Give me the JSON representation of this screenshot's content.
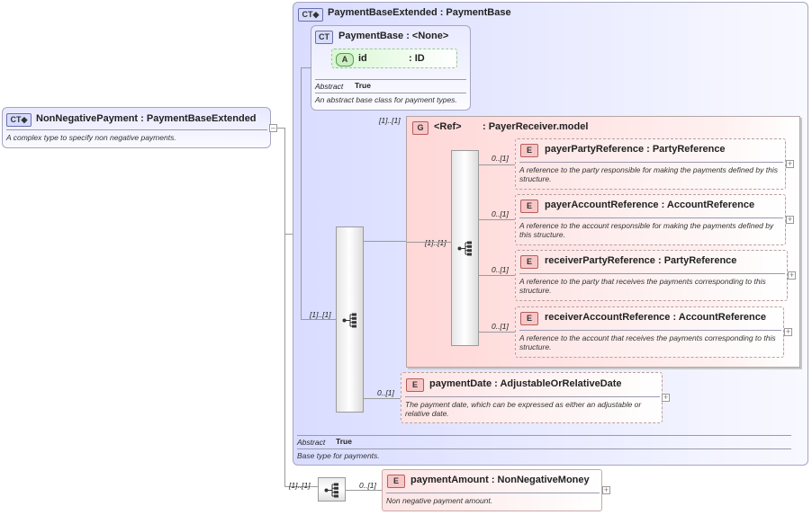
{
  "root": {
    "badge": "CT",
    "name": "NonNegativePayment : PaymentBaseExtended",
    "description": "A complex type to specify non negative payments."
  },
  "extended": {
    "badge": "CT",
    "name": "PaymentBaseExtended : PaymentBase",
    "abstract_label": "Abstract",
    "abstract_value": "True",
    "description": "Base type for payments."
  },
  "base": {
    "badge": "CT",
    "name": "PaymentBase : <None>",
    "attr_badge": "A",
    "attr_name": "id",
    "attr_type": ": ID",
    "abstract_label": "Abstract",
    "abstract_value": "True",
    "description": "An abstract base class for payment types."
  },
  "group": {
    "badge": "G",
    "ref": "<Ref>",
    "name": ": PayerReceiver.model",
    "multiplicity": "[1]..[1]",
    "seq_multiplicity": "[1]..[1]"
  },
  "group_elements": [
    {
      "badge": "E",
      "name": "payerPartyReference : PartyReference",
      "mult": "0..[1]",
      "description": "A reference to the party responsible for making the payments defined by this structure."
    },
    {
      "badge": "E",
      "name": "payerAccountReference : AccountReference",
      "mult": "0..[1]",
      "description": "A reference to the account responsible for making the payments defined by this structure."
    },
    {
      "badge": "E",
      "name": "receiverPartyReference : PartyReference",
      "mult": "0..[1]",
      "description": "A reference to the party that receives the payments corresponding to this structure."
    },
    {
      "badge": "E",
      "name": "receiverAccountReference : AccountReference",
      "mult": "0..[1]",
      "description": "A reference to the account that receives the payments corresponding to this structure."
    }
  ],
  "seq1_multiplicity": "[1]..[1]",
  "paymentDate": {
    "badge": "E",
    "name": "paymentDate : AdjustableOrRelativeDate",
    "mult": "0..[1]",
    "description": "The payment date, which can be expressed as either an adjustable or relative date."
  },
  "seq2_multiplicity": "[1]..[1]",
  "paymentAmount": {
    "badge": "E",
    "name": "paymentAmount : NonNegativeMoney",
    "mult": "0..[1]",
    "description": "Non negative payment amount."
  },
  "icons": {
    "expand": "plus-icon",
    "collapse": "minus-icon",
    "sequence": "sequence-icon"
  },
  "colors": {
    "complex_type_fill": "#e4e6ff",
    "group_fill": "#ffe0e0",
    "element_fill": "#fde4e4",
    "attribute_fill": "#e4fbe0"
  }
}
